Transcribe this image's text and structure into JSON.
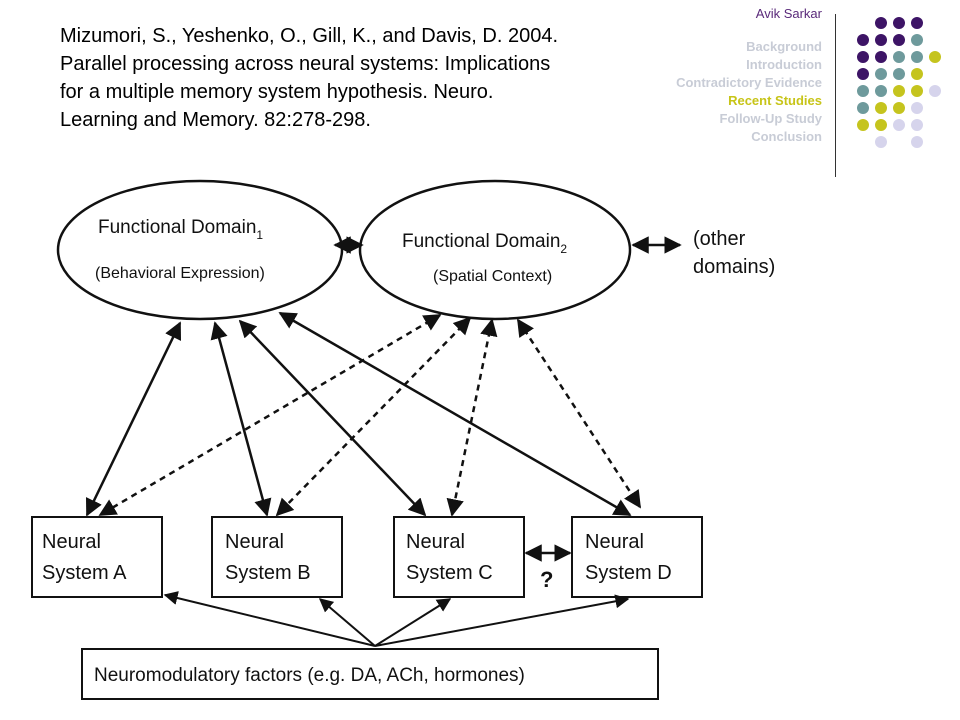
{
  "header": {
    "author": "Avik Sarkar",
    "nav": [
      {
        "label": "Background",
        "active": false
      },
      {
        "label": "Introduction",
        "active": false
      },
      {
        "label": "Contradictory Evidence",
        "active": false
      },
      {
        "label": "Recent Studies",
        "active": true
      },
      {
        "label": "Follow-Up Study",
        "active": false
      },
      {
        "label": "Conclusion",
        "active": false
      }
    ],
    "dot_colors": {
      "purple": "#3d1466",
      "teal": "#6e9a9c",
      "olive": "#c5c41e",
      "lavender": "#d6d4ec"
    }
  },
  "citation": [
    "Mizumori, S., Yeshenko, O., Gill, K., and Davis, D. 2004.",
    "Parallel processing across neural systems: Implications",
    "for a multiple memory system hypothesis. Neuro.",
    "Learning and Memory. 82:278-298."
  ],
  "diagram": {
    "domain1": {
      "name": "Functional Domain",
      "sub": "1",
      "desc": "(Behavioral Expression)"
    },
    "domain2": {
      "name": "Functional Domain",
      "sub": "2",
      "desc": "(Spatial Context)"
    },
    "other": {
      "line1": "(other",
      "line2": "domains)"
    },
    "systems": [
      {
        "line1": "Neural",
        "line2": "System A"
      },
      {
        "line1": "Neural",
        "line2": "System B"
      },
      {
        "line1": "Neural",
        "line2": "System C"
      },
      {
        "line1": "Neural",
        "line2": "System D"
      }
    ],
    "question": "?",
    "neuromod": "Neuromodulatory factors (e.g. DA, ACh, hormones)"
  }
}
